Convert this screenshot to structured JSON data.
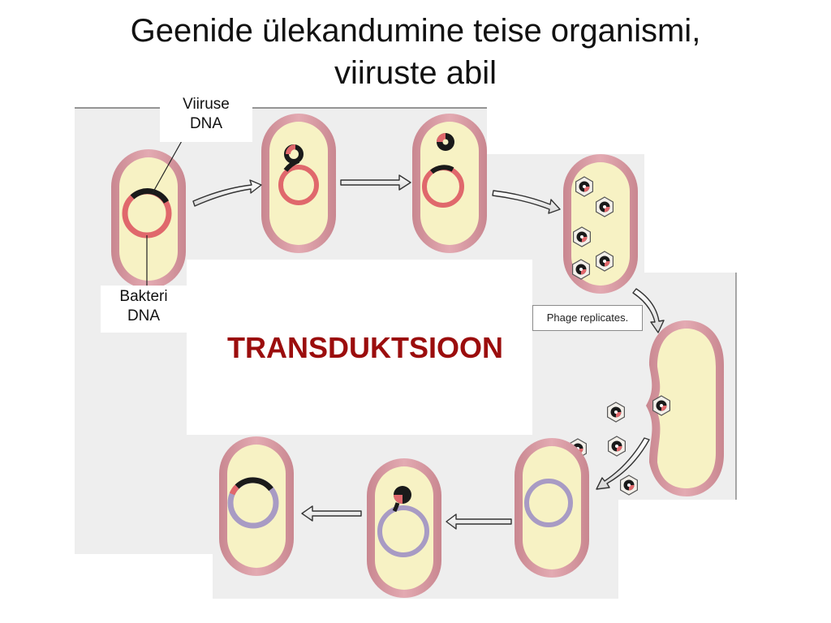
{
  "title": {
    "line1": "Geenide ülekandumine teise organismi,",
    "line2": "viiruste abil"
  },
  "labels": {
    "viral_dna_line1": "Viiruse",
    "viral_dna_line2": "DNA",
    "bacterial_dna_line1": "Bakteri",
    "bacterial_dna_line2": "DNA",
    "process_name": "TRANSDUKTSIOON",
    "phage_caption": "Phage replicates."
  },
  "colors": {
    "cell_wall": "#d89aa2",
    "cytoplasm": "#f7f2c4",
    "bacterial_dna": "#e0686c",
    "viral_dna": "#1a1a1a",
    "recipient_dna": "#a89bc4",
    "process_text": "#9b0d0d",
    "panel_background": "#eeeeee"
  }
}
